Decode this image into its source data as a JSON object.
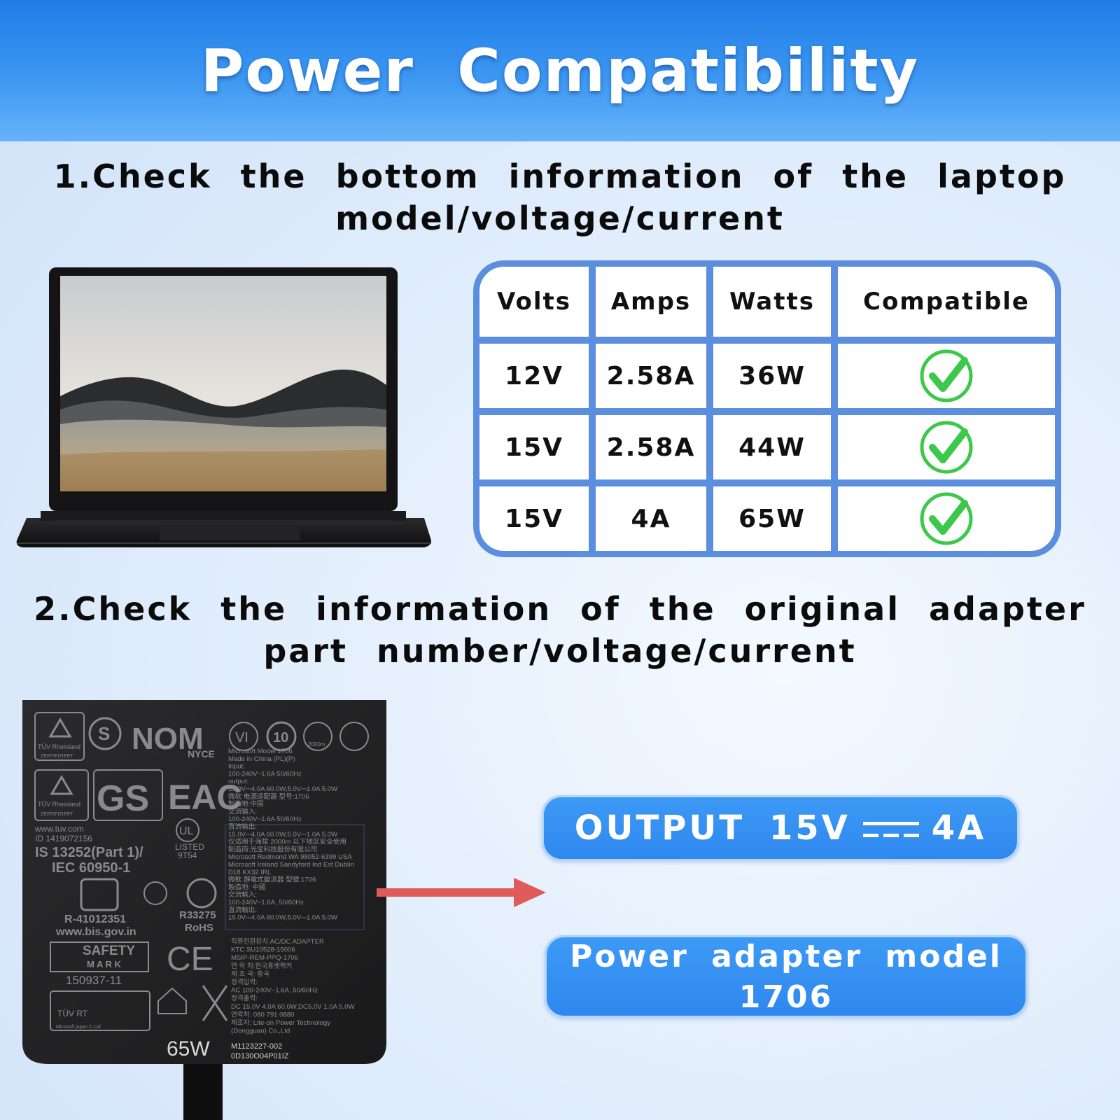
{
  "banner": {
    "title": "Power  Compatibility"
  },
  "section1": {
    "line1": "1.Check the bottom information of the laptop",
    "line2": "model/voltage/current"
  },
  "table": {
    "headers": [
      "Volts",
      "Amps",
      "Watts",
      "Compatible"
    ],
    "rows": [
      {
        "volts": "12V",
        "amps": "2.58A",
        "watts": "36W",
        "compatible": "check-icon"
      },
      {
        "volts": "15V",
        "amps": "2.58A",
        "watts": "44W",
        "compatible": "check-icon"
      },
      {
        "volts": "15V",
        "amps": "4A",
        "watts": "65W",
        "compatible": "check-icon"
      }
    ],
    "border_color": "#5b8edf",
    "check_color": "#3cc84a"
  },
  "section2": {
    "line1": "2.Check the information of the original adapter",
    "line2": "part number/voltage/current"
  },
  "adapter": {
    "cert_labels": {
      "tuv1": "TÜV Rheinland",
      "tuv1_sub": "ZERTIFIZIERT",
      "nom": "NOM",
      "nyce": "NYCE",
      "vi": "VI",
      "ten": "10",
      "alt": "2000m",
      "tuv2": "TÜV Rheinland",
      "tuv2_sub": "ZERTIFIZIERT",
      "gs": "GS",
      "eac": "EAC",
      "ul": "UL",
      "listed": "LISTED",
      "listed_code": "9T54",
      "tuv_url": "www.tuv.com",
      "tuv_id": "ID 1419072156",
      "is": "IS 13252(Part 1)/",
      "iec": "IEC 60950-1",
      "bis_r": "R-41012351",
      "bis_url": "www.bis.gov.in",
      "r33275": "R33275",
      "rohs": "RoHS",
      "safety": "SAFETY",
      "mark": "M A R K",
      "safety_num": "150937-11",
      "ce": "CE",
      "tuvrt": "TÜV RT",
      "mj": "Micosoft japan C.Ltd",
      "wattage": "65W"
    },
    "spec_text": [
      "Microsoft Model 1706",
      "Made in China (PL)(P)",
      "Input:",
      "100-240V~1.6A 50/60Hz",
      "output:",
      "15.0V⎓4.0A 60.0W,5.0V⎓1.0A 5.0W",
      "微软 电源适配器 型号:1706",
      "制造地:中国",
      "交流输入:",
      "100-240V~1.6A 50/60Hz",
      "直流输出:",
      "15.0V⎓4.0A 60.0W,5.0V⎓1.0A 5.0W",
      "仅适用于海拔 2000m 以下地区安全使用",
      "制造商:光宝科技股份有限公司",
      "Microsoft Redmond WA 98052-6399 USA",
      "Microsoft Ireland Sandyford Ind Est Dublin",
      "D18 KX32 IRL",
      "微軟 靜電式變流器 型號:1706",
      "製造地: 中國",
      "交流輸入:",
      "100-240V~1.6A, 50/60Hz",
      "直流輸出:",
      "15.0V⎓4.0A 60.0W,5.0V⎓1.0A 5.0W"
    ],
    "kc_text": [
      "직류전원장치 AC/DC ADAPTER",
      "KTC SU10528-15006",
      "MSIP-REM-PPQ-1706",
      "연 락 처:한국휴렛팩커",
      "제 조 국: 중국",
      "정격입력:",
      "AC 100-240V~1.6A, 50/60Hz",
      "정격출력:",
      "DC 15.0V 4.0A 60.0W,DC5.0V 1.0A 5.0W",
      "연락처: 080 791 0880",
      "제조자: Lite-on Power Technology",
      "(Dongguan) Co.,Ltd"
    ],
    "part_number": "M1123227-002",
    "serial": "0D130O04P01IZ"
  },
  "output_pill": {
    "prefix": "OUTPUT 15V",
    "suffix": "4A"
  },
  "model_pill": {
    "line1": "Power adapter model",
    "line2": "1706"
  }
}
